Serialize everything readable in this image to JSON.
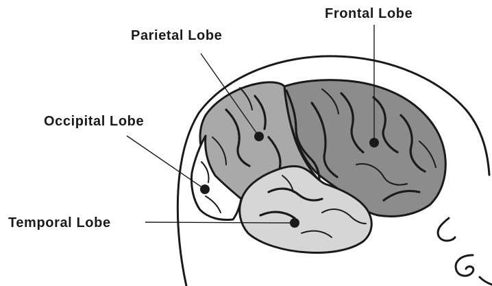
{
  "labels": {
    "frontal": "Frontal Lobe",
    "parietal": "Parietal Lobe",
    "occipital": "Occipital Lobe",
    "temporal": "Temporal Lobe"
  },
  "colors": {
    "frontal": "#8c8c8c",
    "parietal": "#a9a9a9",
    "occipital": "#ffffff",
    "temporal": "#d6d6d6",
    "ink": "#1a1a1a"
  }
}
